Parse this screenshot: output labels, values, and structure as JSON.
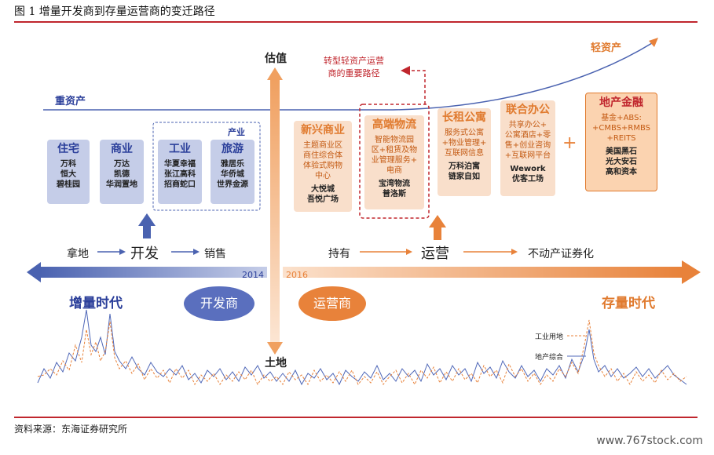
{
  "figure": {
    "title": "图 1 增量开发商到存量运营商的变迁路径",
    "source": "资料来源：东海证券研究所",
    "watermark": "www.767stock.com"
  },
  "axis": {
    "top": "估值",
    "bottom": "土地",
    "left_year": "2014",
    "right_year": "2016"
  },
  "curve_labels": {
    "heavy": "重资产",
    "light": "轻资产"
  },
  "transform_note": {
    "line1": "转型轻资产运营",
    "line2": "商的重要路径"
  },
  "industry_group_label": "产业",
  "developer_cards": [
    {
      "title": "住宅",
      "items": [
        "万科",
        "恒大",
        "碧桂园"
      ]
    },
    {
      "title": "商业",
      "items": [
        "万达",
        "凯德",
        "华润置地"
      ]
    },
    {
      "title": "工业",
      "items": [
        "华夏幸福",
        "张江高科",
        "招商蛇口"
      ]
    },
    {
      "title": "旅游",
      "items": [
        "雅居乐",
        "华侨城",
        "世界金源"
      ]
    }
  ],
  "operator_cards": [
    {
      "title": "新兴商业",
      "desc": [
        "主题商业区",
        "商住综合体",
        "体验式购物",
        "中心"
      ],
      "items": [
        "大悦城",
        "吾悦广场"
      ]
    },
    {
      "title": "高端物流",
      "desc": [
        "智能物流园",
        "区+租赁及物",
        "业管理服务+",
        "电商"
      ],
      "items": [
        "宝湾物流",
        "普洛斯"
      ]
    },
    {
      "title": "长租公寓",
      "desc": [
        "服务式公寓",
        "+物业管理+",
        "互联网信息"
      ],
      "items": [
        "万科泊寓",
        "链家自如"
      ]
    },
    {
      "title": "联合办公",
      "desc": [
        "共享办公+",
        "公寓酒店+零",
        "售+创业咨询",
        "+互联网平台"
      ],
      "items": [
        "Wework",
        "优客工场"
      ]
    }
  ],
  "finance_card": {
    "title": "地产金融",
    "desc": [
      "基金+ABS:",
      "+CMBS+RMBS",
      "+REITS"
    ],
    "items": [
      "美国黑石",
      "光大安石",
      "高和资本"
    ]
  },
  "plus_sign": "+",
  "flow_left": {
    "a": "拿地",
    "b": "开发",
    "c": "销售"
  },
  "flow_right": {
    "a": "持有",
    "b": "运营",
    "c": "不动产证券化"
  },
  "eras": {
    "left": "增量时代",
    "right": "存量时代"
  },
  "roles": {
    "left": "开发商",
    "right": "运营商"
  },
  "legend": {
    "land": "工业用地",
    "estate": "地产综合"
  },
  "colors": {
    "blue": "#4a62b0",
    "orange": "#e8823a",
    "red": "#c0262d"
  }
}
